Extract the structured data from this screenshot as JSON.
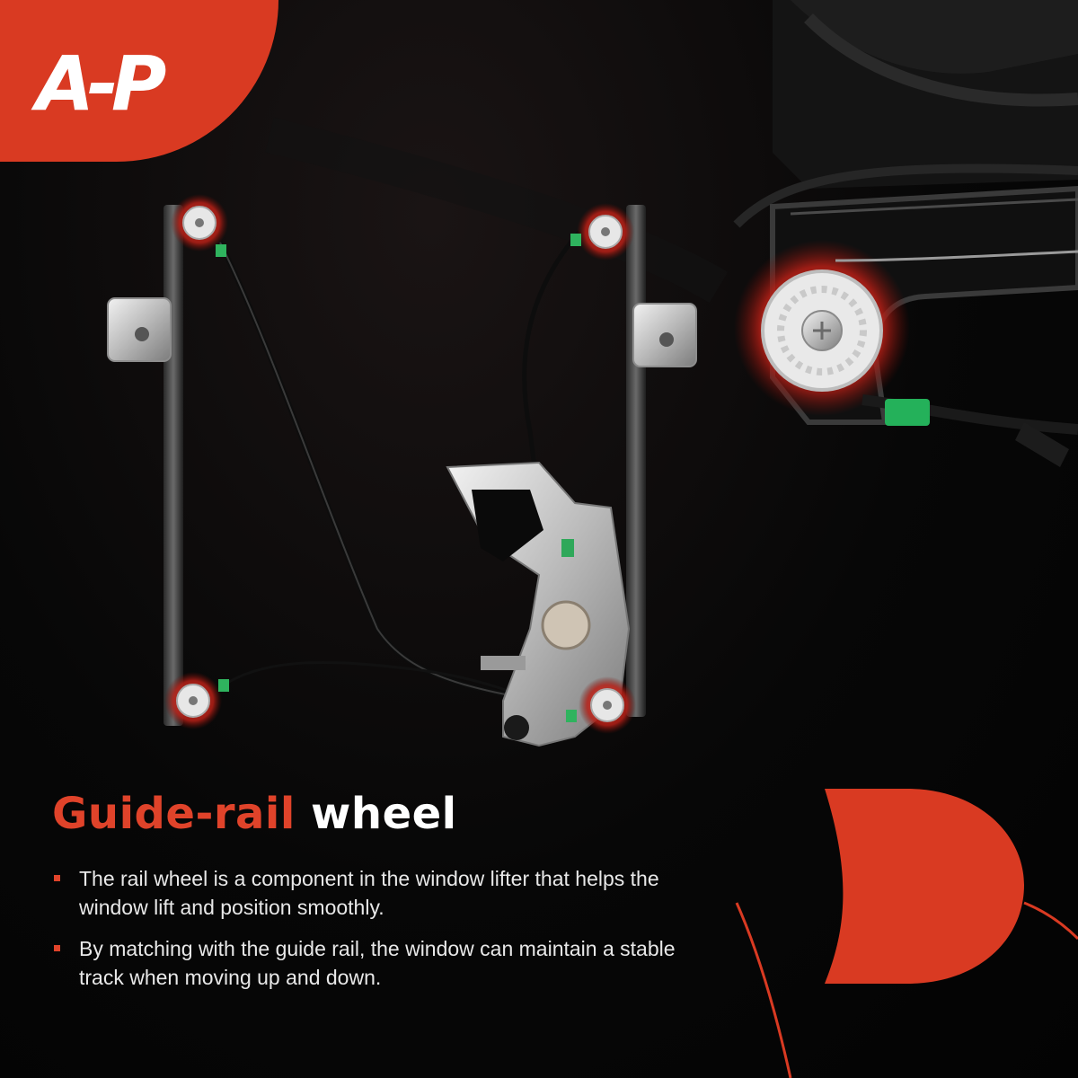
{
  "brand": {
    "logo_text": "A-P",
    "accent_color": "#d93a22"
  },
  "headline": {
    "accent": "Guide-rail",
    "plain": "wheel"
  },
  "bullets": [
    "The rail wheel is a component in the window lifter that helps the window lift and position smoothly.",
    "By matching with the guide rail, the window can maintain a stable track when moving up and down."
  ],
  "image": {
    "subject": "window-regulator-assembly",
    "highlight_color": "#c8261a"
  }
}
